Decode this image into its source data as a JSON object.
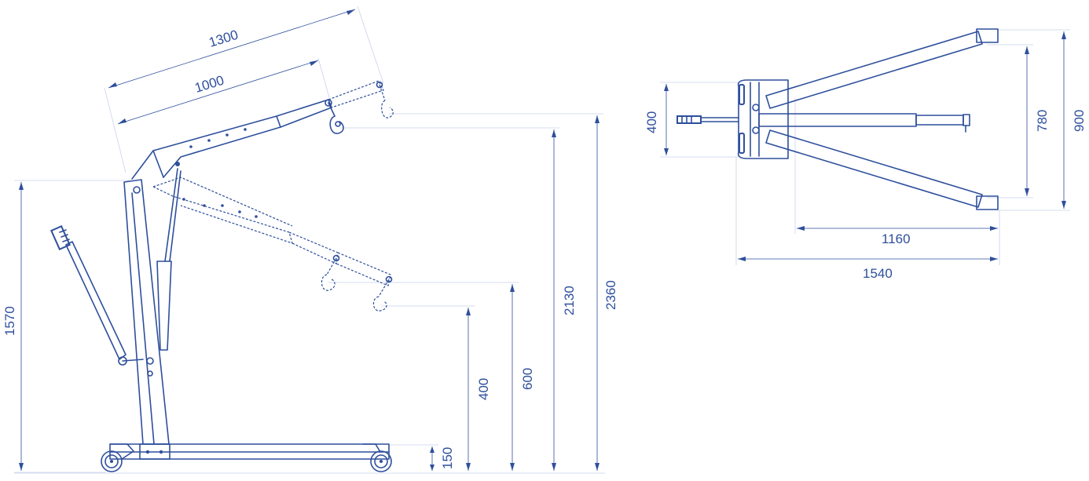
{
  "dimensions": {
    "side": {
      "reach_max": "1300",
      "reach_min": "1000",
      "mast_height": "1570",
      "hook_height_max": "2360",
      "hook_height_mid": "2130",
      "hook_height_low": "600",
      "hook_height_min": "400",
      "leg_height": "150"
    },
    "top": {
      "chassis_width": "400",
      "inner_leg_spread": "780",
      "outer_leg_spread": "900",
      "leg_length": "1160",
      "total_length": "1540"
    }
  }
}
